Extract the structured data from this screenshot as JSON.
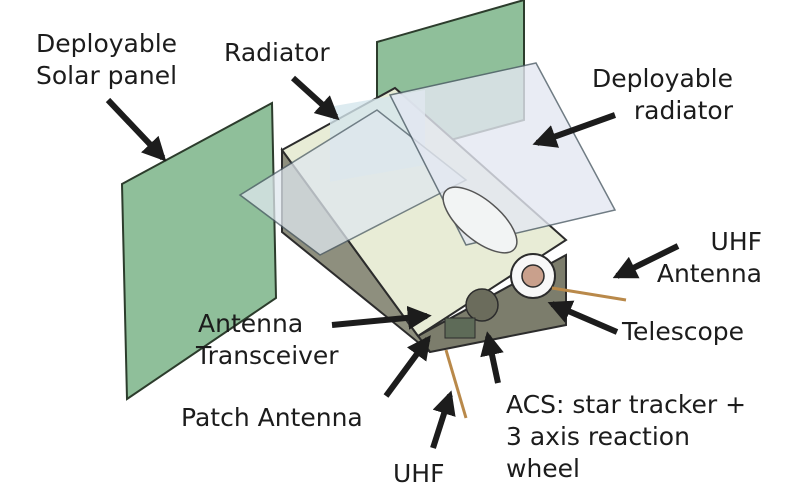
{
  "labels": {
    "solar_panel": [
      "Deployable",
      "Solar panel"
    ],
    "radiator": "Radiator",
    "deployable_radiator": [
      "Deployable",
      "radiator"
    ],
    "uhf_antenna": [
      "UHF",
      "Antenna"
    ],
    "telescope": "Telescope",
    "antenna_transceiver": [
      "Antenna",
      "Transceiver"
    ],
    "patch_antenna": "Patch Antenna",
    "uhf": "UHF",
    "acs": [
      "ACS: star tracker +",
      "3 axis reaction",
      "wheel"
    ]
  },
  "colors": {
    "solar_panel": "#8fbf9a",
    "body_top": "#e8ecd6",
    "body_side": "#8e8f7e",
    "radiator_film": "#dfe7ee",
    "arrow": "#1c1c1c",
    "antenna": "#b9894a"
  }
}
